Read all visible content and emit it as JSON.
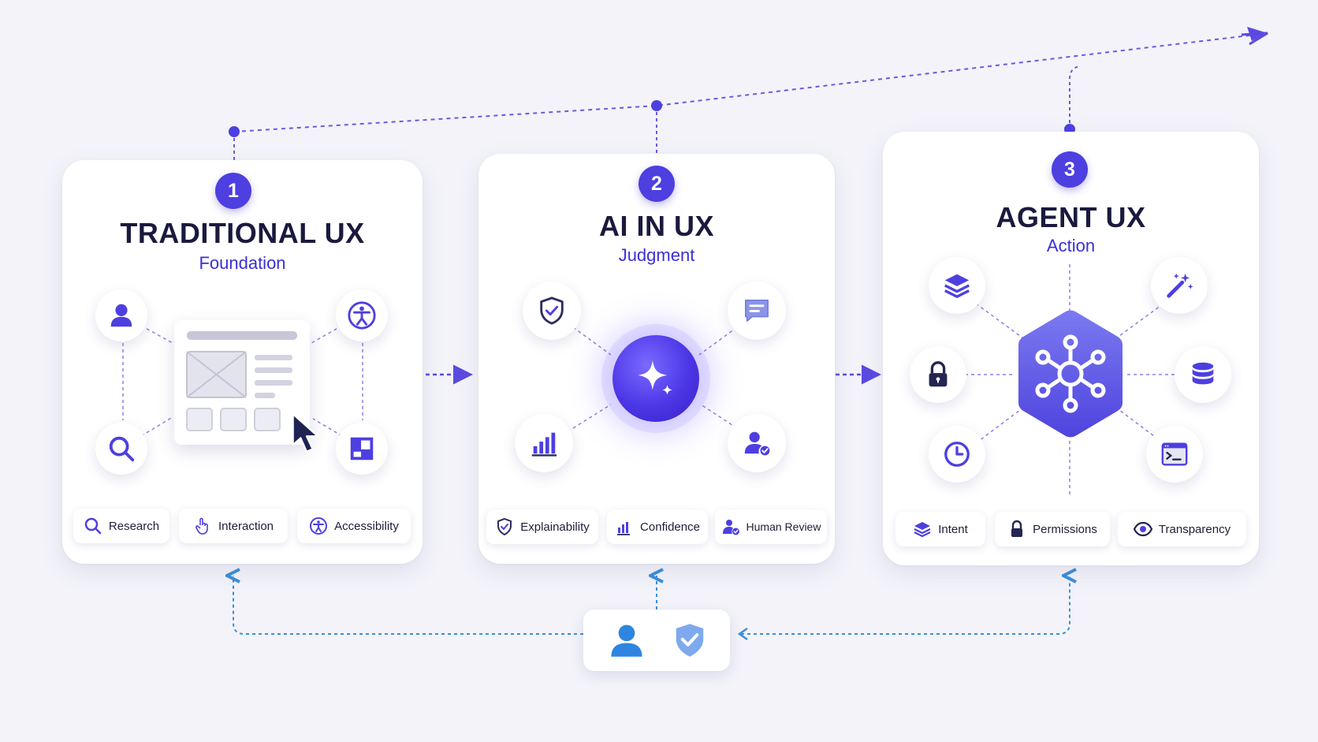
{
  "stages": [
    {
      "number": "1",
      "title": "TRADITIONAL UX",
      "subtitle": "Foundation",
      "tags": [
        "Research",
        "Interaction",
        "Accessibility"
      ]
    },
    {
      "number": "2",
      "title": "AI IN UX",
      "subtitle": "Judgment",
      "tags": [
        "Explainability",
        "Confidence",
        "Human Review"
      ]
    },
    {
      "number": "3",
      "title": "AGENT UX",
      "subtitle": "Action",
      "tags": [
        "Intent",
        "Permissions",
        "Transparency"
      ]
    }
  ],
  "colors": {
    "accent": "#4d3fe0",
    "title": "#1a1a3e",
    "connector": "#6a5ae0",
    "feedback": "#3a8ed8",
    "background": "#f3f3f9"
  }
}
